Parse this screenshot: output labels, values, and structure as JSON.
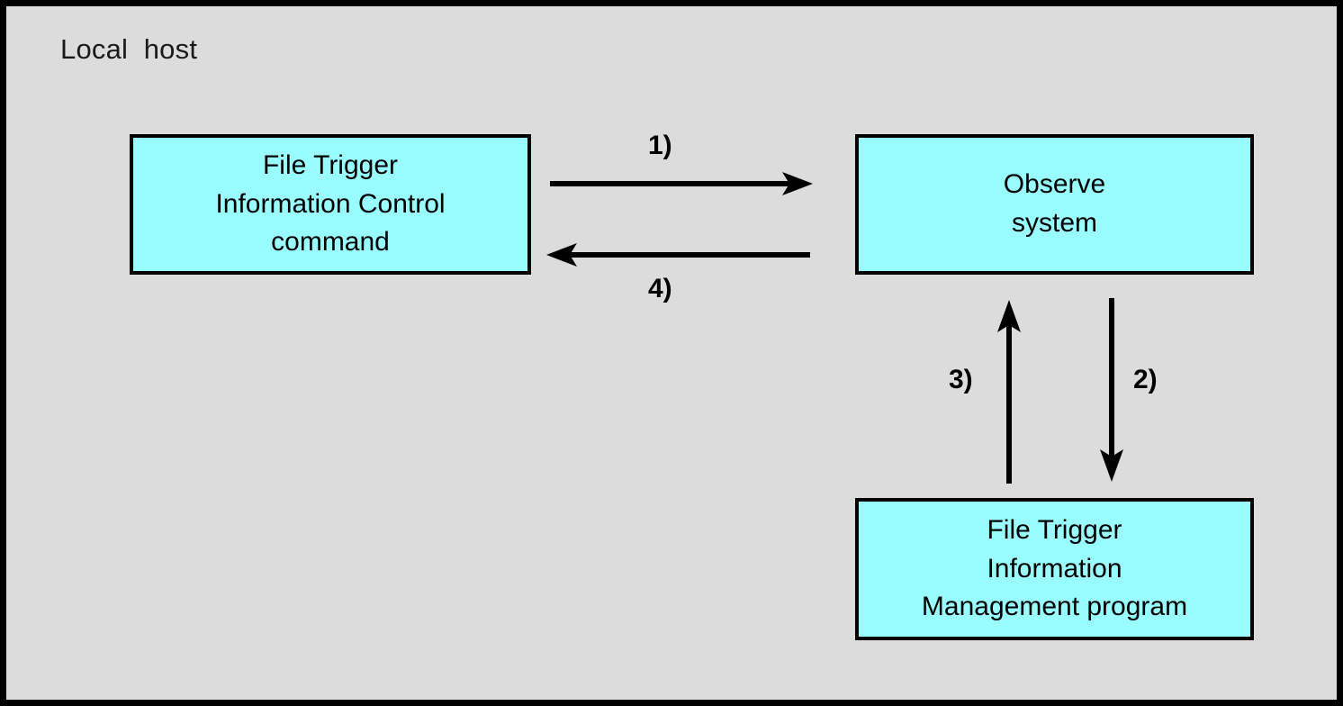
{
  "diagram": {
    "frame_title": "Local  host",
    "background_color": "#dcdcdc",
    "node_fill_color": "#99fdff",
    "stroke_color": "#000000",
    "nodes": [
      {
        "id": "control",
        "lines": [
          "File Trigger",
          "Information Control",
          "command"
        ]
      },
      {
        "id": "observe",
        "lines": [
          "Observe",
          "system"
        ]
      },
      {
        "id": "manager",
        "lines": [
          "File Trigger",
          "Information",
          "Management program"
        ]
      }
    ],
    "arrows": [
      {
        "id": "1",
        "label": "1)",
        "from": "control",
        "to": "observe",
        "direction": "right"
      },
      {
        "id": "2",
        "label": "2)",
        "from": "observe",
        "to": "manager",
        "direction": "down"
      },
      {
        "id": "3",
        "label": "3)",
        "from": "manager",
        "to": "observe",
        "direction": "up"
      },
      {
        "id": "4",
        "label": "4)",
        "from": "observe",
        "to": "control",
        "direction": "left"
      }
    ]
  }
}
